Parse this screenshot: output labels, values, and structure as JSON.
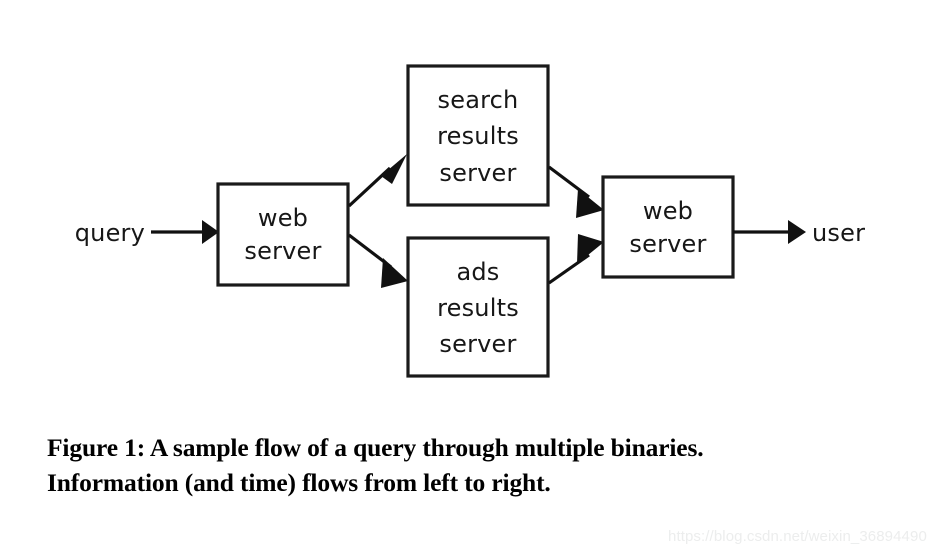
{
  "figure": {
    "caption_line1": "Figure 1: A sample flow of a query through multiple binaries.",
    "caption_line2": "Information (and time) flows from left to right.",
    "watermark": "https://blog.csdn.net/weixin_36894490",
    "background_color": "#ffffff",
    "stroke_color": "#111111",
    "text_color": "#171717"
  },
  "diagram": {
    "type": "flowchart",
    "direction": "left-to-right",
    "input_label": "query",
    "output_label": "user",
    "nodes": [
      {
        "id": "web-server-frontend",
        "lines": [
          "web",
          "server"
        ],
        "line1": "web",
        "line2": "server",
        "line3": ""
      },
      {
        "id": "search-results-server",
        "lines": [
          "search",
          "results",
          "server"
        ],
        "line1": "search",
        "line2": "results",
        "line3": "server"
      },
      {
        "id": "ads-results-server",
        "lines": [
          "ads",
          "results",
          "server"
        ],
        "line1": "ads",
        "line2": "results",
        "line3": "server"
      },
      {
        "id": "web-server-aggregator",
        "lines": [
          "web",
          "server"
        ],
        "line1": "web",
        "line2": "server",
        "line3": ""
      }
    ],
    "edges": [
      {
        "id": "query-to-web-server",
        "from": "query",
        "to": "web-server-frontend"
      },
      {
        "id": "web-server-to-search",
        "from": "web-server-frontend",
        "to": "search-results-server"
      },
      {
        "id": "web-server-to-ads",
        "from": "web-server-frontend",
        "to": "ads-results-server"
      },
      {
        "id": "search-to-web-server",
        "from": "search-results-server",
        "to": "web-server-aggregator"
      },
      {
        "id": "ads-to-web-server",
        "from": "ads-results-server",
        "to": "web-server-aggregator"
      },
      {
        "id": "web-server-to-user",
        "from": "web-server-aggregator",
        "to": "user"
      }
    ]
  }
}
